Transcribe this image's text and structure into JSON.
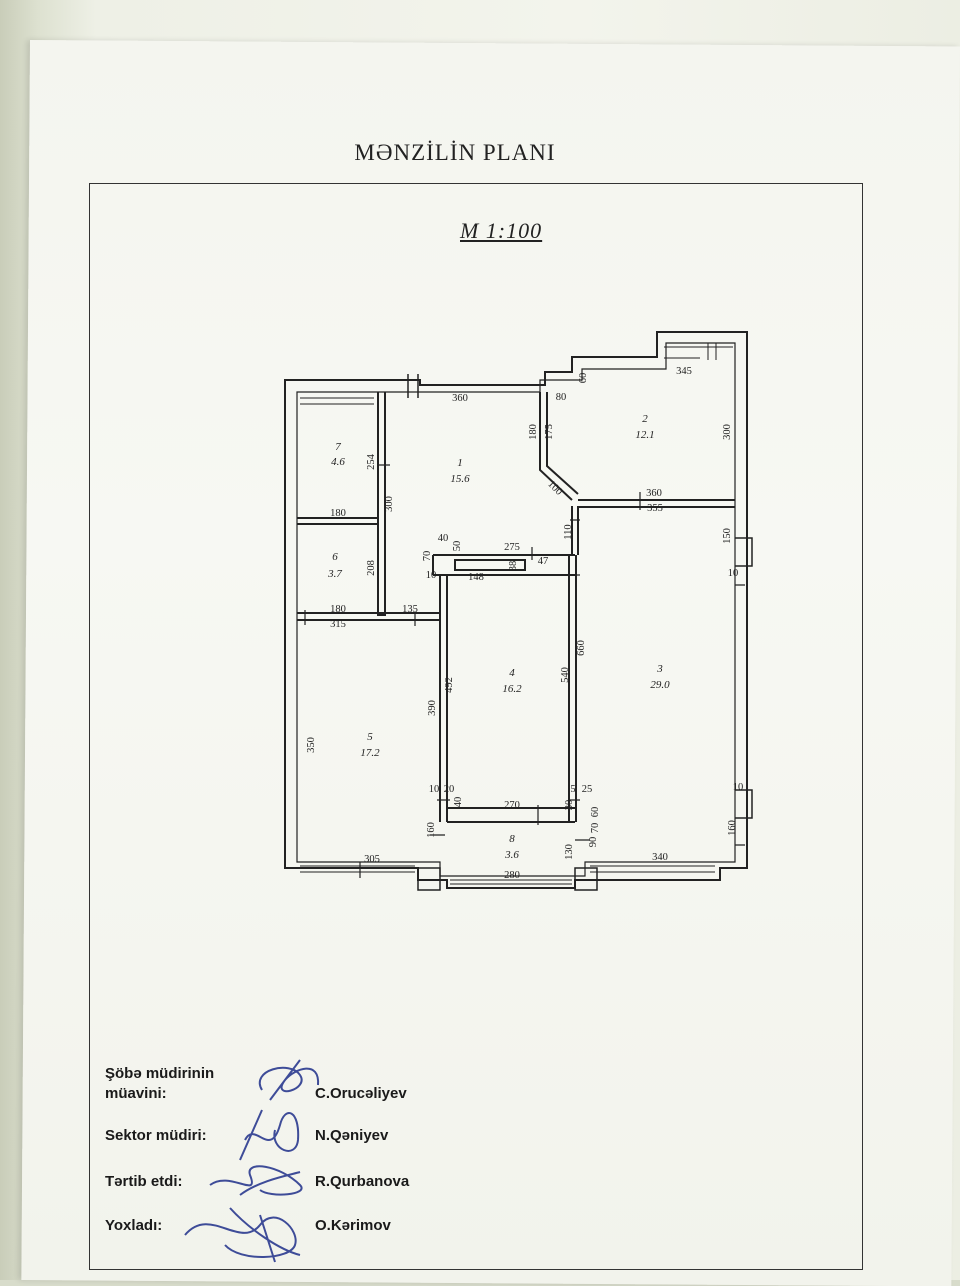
{
  "document": {
    "title": "MƏNZİLİN PLANI",
    "scale": "M 1:100"
  },
  "rooms": [
    {
      "num": "1",
      "area": "15.6"
    },
    {
      "num": "2",
      "area": "12.1"
    },
    {
      "num": "3",
      "area": "29.0"
    },
    {
      "num": "4",
      "area": "16.2"
    },
    {
      "num": "5",
      "area": "17.2"
    },
    {
      "num": "6",
      "area": "3.7"
    },
    {
      "num": "7",
      "area": "4.6"
    },
    {
      "num": "8",
      "area": "3.6"
    }
  ],
  "dimensions": [
    "360",
    "80",
    "60",
    "345",
    "180",
    "175",
    "300",
    "254",
    "300",
    "100",
    "360",
    "355",
    "180",
    "40",
    "70",
    "50",
    "275",
    "110",
    "10",
    "148",
    "38",
    "47",
    "150",
    "208",
    "10",
    "180",
    "315",
    "135",
    "492",
    "390",
    "540",
    "660",
    "350",
    "10",
    "20",
    "40",
    "270",
    "5",
    "25",
    "30",
    "60",
    "70",
    "90",
    "160",
    "130",
    "160",
    "10",
    "305",
    "280",
    "340"
  ],
  "signatories": [
    {
      "label_line1": "Şöbə müdirinin",
      "label_line2": "müavini:",
      "name": "C.Orucəliyev"
    },
    {
      "label": "Sektor müdiri:",
      "name": "N.Qəniyev"
    },
    {
      "label": "Tərtib etdi:",
      "name": "R.Qurbanova"
    },
    {
      "label": "Yoxladı:",
      "name": "O.Kərimov"
    }
  ]
}
